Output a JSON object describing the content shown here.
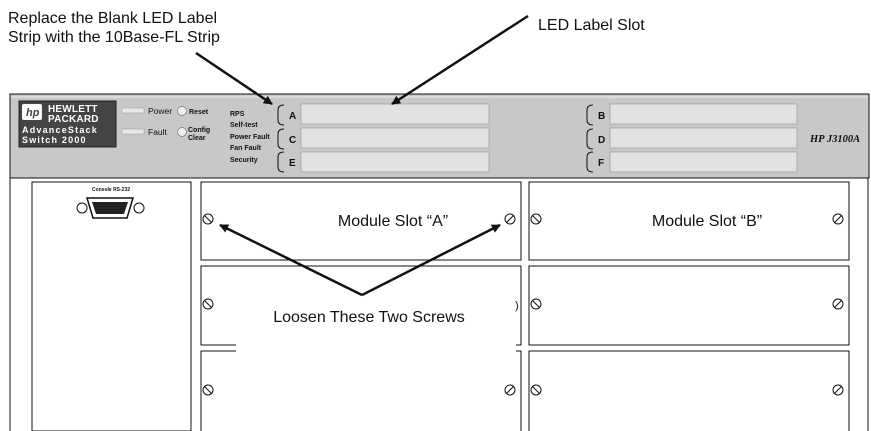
{
  "callouts": {
    "replace_line1": "Replace the Blank LED Label",
    "replace_line2": "Strip with the 10Base-FL Strip",
    "led_label_slot": "LED Label Slot",
    "loosen_screws": "Loosen These Two Screws"
  },
  "device": {
    "brand_line1": "HEWLETT",
    "brand_line2": "PACKARD",
    "logo_mark": "hp",
    "product_line1": "AdvanceStack",
    "product_line2": "Switch 2000",
    "model": "HP J3100A",
    "led_power": "Power",
    "led_fault": "Fault",
    "btn_reset": "Reset",
    "btn_config_line1": "Config",
    "btn_config_line2": "Clear",
    "status_leds": [
      "RPS",
      "Self-test",
      "Power Fault",
      "Fan Fault",
      "Security"
    ],
    "slot_letters": [
      "A",
      "C",
      "E",
      "B",
      "D",
      "F"
    ],
    "console_label": "Console RS-232"
  },
  "modules": {
    "slot_a": "Module Slot “A”",
    "slot_b": "Module Slot “B”"
  },
  "colors": {
    "panel": "#c8c8c8",
    "led_strip": "#e2e2e2",
    "logo_bg": "#444444",
    "line": "#111111"
  }
}
